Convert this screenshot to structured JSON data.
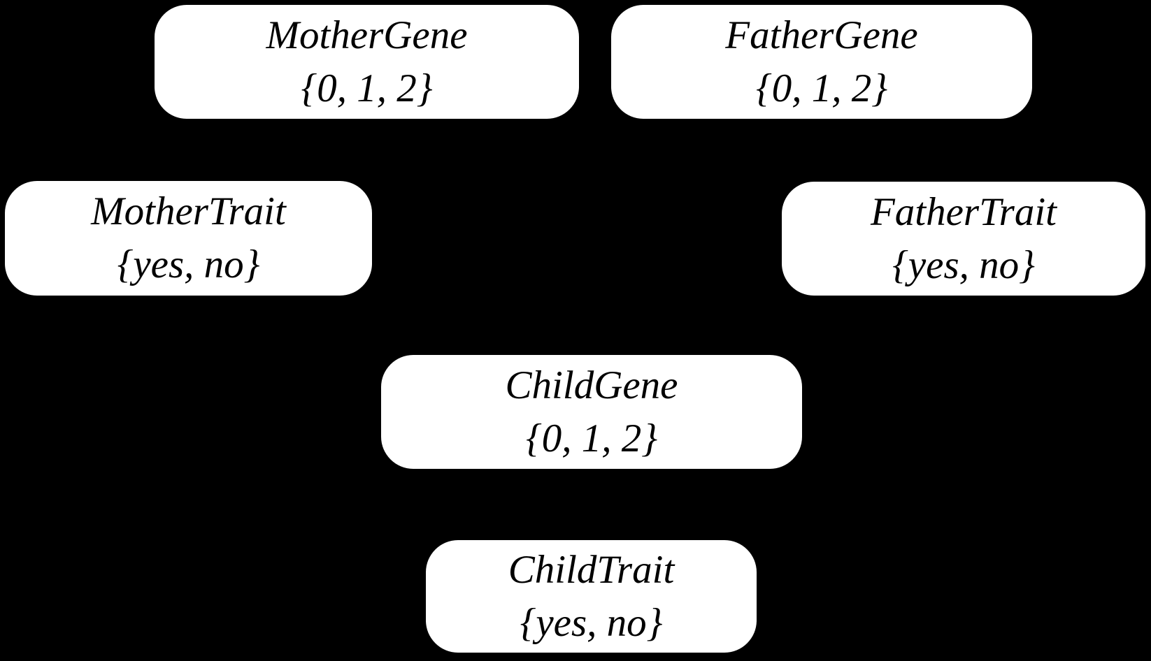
{
  "diagram": {
    "type": "bayesian-network",
    "background_color": "#000000",
    "node_fill_color": "#ffffff",
    "node_text_color": "#000000"
  },
  "nodes": {
    "mothergene": {
      "label": "MotherGene",
      "domain": "{0, 1, 2}"
    },
    "fathergene": {
      "label": "FatherGene",
      "domain": "{0, 1, 2}"
    },
    "mothertrait": {
      "label": "MotherTrait",
      "domain": "{yes, no}"
    },
    "fathertrait": {
      "label": "FatherTrait",
      "domain": "{yes, no}"
    },
    "childgene": {
      "label": "ChildGene",
      "domain": "{0, 1, 2}"
    },
    "childtrait": {
      "label": "ChildTrait",
      "domain": "{yes, no}"
    }
  }
}
